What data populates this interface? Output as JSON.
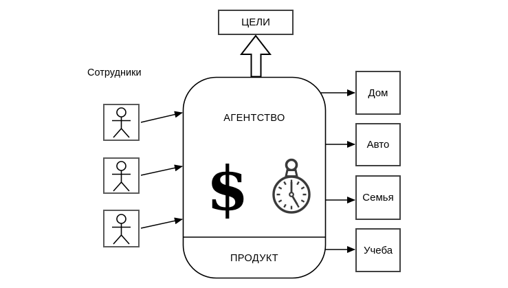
{
  "diagram": {
    "employees_label": "Сотрудники",
    "goals_label": "ЦЕЛИ",
    "agency_label": "АГЕНТСТВО",
    "product_label": "ПРОДУКТ",
    "currency_symbol": "$",
    "outputs": [
      {
        "label": "Дом"
      },
      {
        "label": "Авто"
      },
      {
        "label": "Семья"
      },
      {
        "label": "Учеба"
      }
    ],
    "icons": {
      "person": "person-icon",
      "stopwatch": "stopwatch-icon",
      "dollar": "dollar-sign-icon",
      "block_arrow_up": "block-arrow-up"
    },
    "colors": {
      "line": "#000000",
      "box_border": "#404040",
      "figure_box_border": "#595959",
      "watch_stroke": "#3a3a3a",
      "background": "#ffffff"
    }
  }
}
